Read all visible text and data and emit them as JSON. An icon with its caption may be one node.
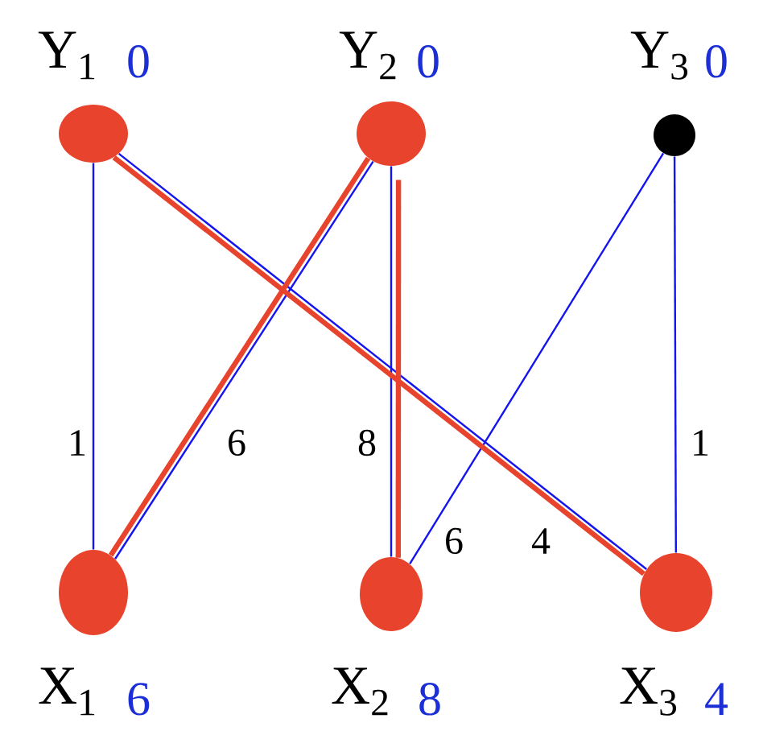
{
  "diagram": {
    "nodes": [
      {
        "text": [
          "Y$_{1}$"
        ],
        "beside": [
          "0"
        ]
      },
      {
        "text": [
          "Y$_{2}$"
        ],
        "beside": [
          "0"
        ]
      },
      {
        "text": [
          "Y$_{3}$"
        ],
        "beside": [
          "0"
        ]
      },
      {
        "text": [
          "X$_{1}$"
        ],
        "beside": [
          "6"
        ]
      },
      {
        "text": [
          "X$_{2}$"
        ],
        "beside": [
          "8"
        ]
      },
      {
        "text": [
          "X$_{3}$"
        ],
        "beside": [
          "4"
        ]
      }
    ],
    "edges": [
      {
        "from": 0,
        "to": 3,
        "arrow": "none",
        "label": "1"
      },
      {
        "from": 1,
        "to": 3,
        "arrow": "none",
        "label": "6"
      },
      {
        "from": 1,
        "to": 4,
        "arrow": "none",
        "label": "8"
      },
      {
        "from": 0,
        "to": 5,
        "arrow": "none",
        "label": "4"
      },
      {
        "from": 2,
        "to": 4,
        "arrow": "none",
        "label": "6"
      },
      {
        "from": 2,
        "to": 5,
        "arrow": "none",
        "label": "1"
      },
      {
        "from": 1,
        "to": 3,
        "arrow": "none",
        "style": "thick",
        "color": "#e8432c"
      },
      {
        "from": 1,
        "to": 4,
        "arrow": "none",
        "style": "thick",
        "color": "#e8432c"
      },
      {
        "from": 0,
        "to": 5,
        "arrow": "none",
        "style": "thick",
        "color": "#e8432c"
      }
    ]
  }
}
